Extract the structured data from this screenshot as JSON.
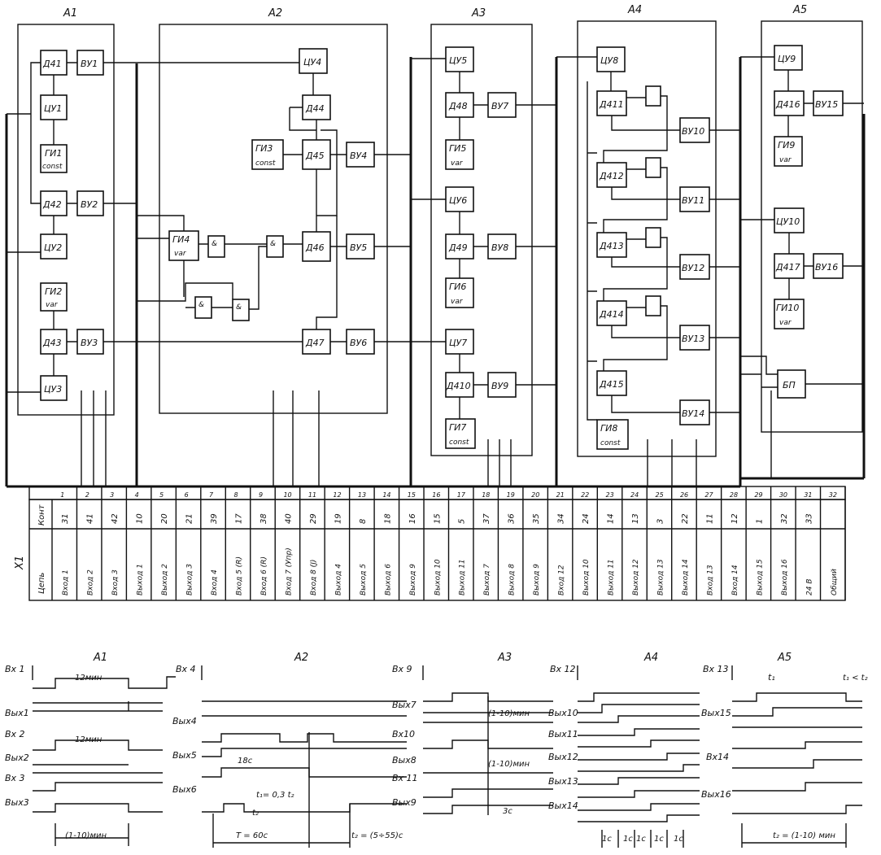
{
  "modules": {
    "a1": "A1",
    "a2": "A2",
    "a3": "A3",
    "a4": "A4",
    "a5": "A5"
  },
  "blocks": {
    "a1": [
      "Д41",
      "ВУ1",
      "ЦУ1",
      "ГИ1",
      "const",
      "Д42",
      "ВУ2",
      "ЦУ2",
      "ГИ2",
      "var",
      "Д43",
      "ВУ3",
      "ЦУ3"
    ],
    "a2": [
      "ЦУ4",
      "Д44",
      "ГИ3",
      "const",
      "Д45",
      "ВУ4",
      "ГИ4",
      "var",
      "Д46",
      "ВУ5",
      "Д47",
      "ВУ6",
      "&"
    ],
    "a3": [
      "ЦУ5",
      "Д48",
      "ВУ7",
      "ГИ5",
      "var",
      "ЦУ6",
      "Д49",
      "ВУ8",
      "ГИ6",
      "var",
      "ЦУ7",
      "Д410",
      "ВУ9",
      "ГИ7",
      "const"
    ],
    "a4": [
      "ЦУ8",
      "Д411",
      "ВУ10",
      "Д412",
      "ВУ11",
      "Д413",
      "ВУ12",
      "Д414",
      "ВУ13",
      "Д415",
      "ВУ14",
      "ГИ8",
      "const"
    ],
    "a5": [
      "ЦУ9",
      "Д416",
      "ВУ15",
      "ГИ9",
      "var",
      "ЦУ10",
      "Д417",
      "ВУ16",
      "ГИ10",
      "var",
      "БП"
    ]
  },
  "connector": {
    "name": "X1",
    "header_label": "Конт",
    "pin_numbers": [
      "1",
      "2",
      "3",
      "4",
      "5",
      "6",
      "7",
      "8",
      "9",
      "10",
      "11",
      "12",
      "13",
      "14",
      "15",
      "16",
      "17",
      "18",
      "19",
      "20",
      "21",
      "22",
      "23",
      "24",
      "25",
      "26",
      "27",
      "28",
      "29",
      "30",
      "31",
      "32"
    ],
    "contacts": [
      "31",
      "41",
      "42",
      "10",
      "20",
      "21",
      "39",
      "17",
      "38",
      "40",
      "29",
      "19",
      "8",
      "18",
      "16",
      "15",
      "5",
      "37",
      "36",
      "35",
      "34",
      "24",
      "14",
      "13",
      "3",
      "22",
      "11",
      "12",
      "1",
      "32",
      "33"
    ],
    "signals": [
      "Цепь",
      "Вход 1",
      "Вход 2",
      "Вход 3",
      "Выход 1",
      "Выход 2",
      "Выход 3",
      "Вход 4",
      "Вход 5 (R)",
      "Вход 6 (R)",
      "Вход 7 (Упр)",
      "Вход 8 (J)",
      "Выход 4",
      "Выход 5",
      "Выход 6",
      "Выход 9",
      "Выход 10",
      "Выход 11",
      "Выход 7",
      "Выход 8",
      "Выход 9",
      "Вход 12",
      "Выход 10",
      "Выход 11",
      "Выход 12",
      "Выход 13",
      "Выход 14",
      "Вход 13",
      "Вход 14",
      "Выход 15",
      "Выход 16",
      "24 В",
      "Общий"
    ]
  },
  "timing": {
    "a1": {
      "title": "A1",
      "labels": [
        "Вх 1",
        "Вых1",
        "Вх 2",
        "Вых2",
        "Вх 3",
        "Вых3"
      ],
      "notes": [
        "12мин",
        "12мин",
        "(1-10)мин"
      ]
    },
    "a2": {
      "title": "A2",
      "labels": [
        "Вх 4",
        "Вых4",
        "Вых5",
        "Вых6"
      ],
      "notes": [
        "18с",
        "t₁= 0,3 t₂",
        "t₂",
        "T = 60с",
        "t₂ = (5÷55)с"
      ]
    },
    "a3": {
      "title": "A3",
      "labels": [
        "Вх 9",
        "Вых7",
        "Вх10",
        "Вых8",
        "Вх 11",
        "Вых9"
      ],
      "notes": [
        "(1-10)мин",
        "(1-10)мин",
        "3с"
      ]
    },
    "a4": {
      "title": "A4",
      "labels": [
        "Вх 12",
        "Вых10",
        "Вых11",
        "Вых12",
        "Вых13",
        "Вых14"
      ],
      "notes": [
        "1с",
        "1с",
        "1с",
        "1с",
        "1с"
      ]
    },
    "a5": {
      "title": "A5",
      "labels": [
        "Вх 13",
        "Вых15",
        "Вх14",
        "Вых16"
      ],
      "notes": [
        "t₁",
        "t₁ < t₂",
        "t₂ = (1-10) мин"
      ]
    }
  }
}
